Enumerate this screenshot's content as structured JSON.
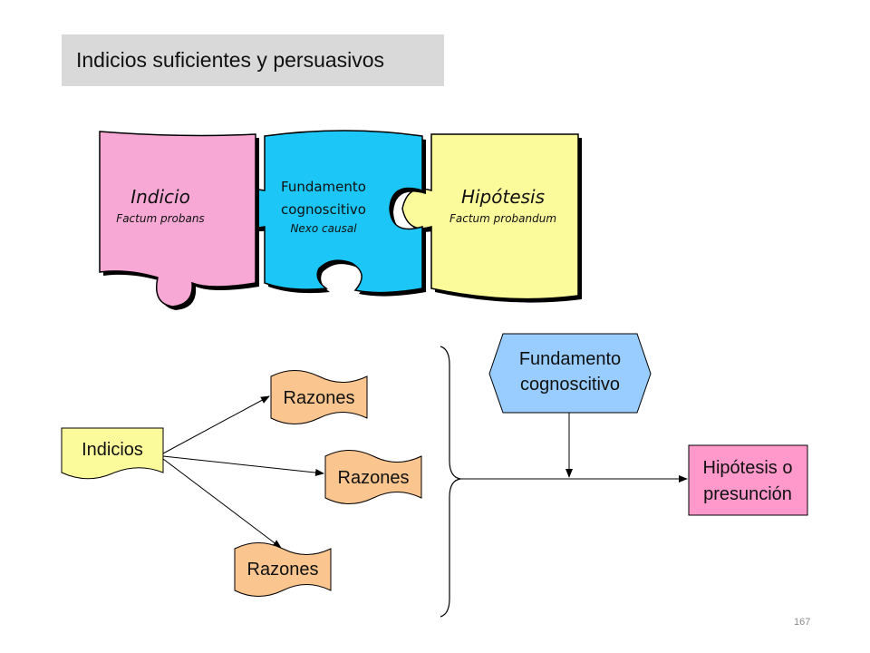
{
  "slide": {
    "title": "Indicios suficientes y persuasivos",
    "page_number": "167"
  },
  "puzzle": {
    "indicio": {
      "title": "Indicio",
      "subtitle": "Factum probans",
      "color": "#f7a8d4"
    },
    "fundamento": {
      "line1": "Fundamento",
      "line2": "cognoscitivo",
      "subtitle": "Nexo causal",
      "color": "#1cc6f7"
    },
    "hipotesis": {
      "title": "Hipótesis",
      "subtitle": "Factum probandum",
      "color": "#fbfb9c"
    }
  },
  "flow": {
    "indicios": {
      "label": "Indicios",
      "color": "#fbfb9c"
    },
    "razones": [
      {
        "label": "Razones",
        "color": "#fbc58f"
      },
      {
        "label": "Razones",
        "color": "#fbc58f"
      },
      {
        "label": "Razones",
        "color": "#fbc58f"
      }
    ],
    "fundamento": {
      "line1": "Fundamento",
      "line2": "cognoscitivo",
      "color": "#99ccff"
    },
    "hipotesis": {
      "line1": "Hipótesis o",
      "line2": "presunción",
      "color": "#ff99cc"
    }
  }
}
